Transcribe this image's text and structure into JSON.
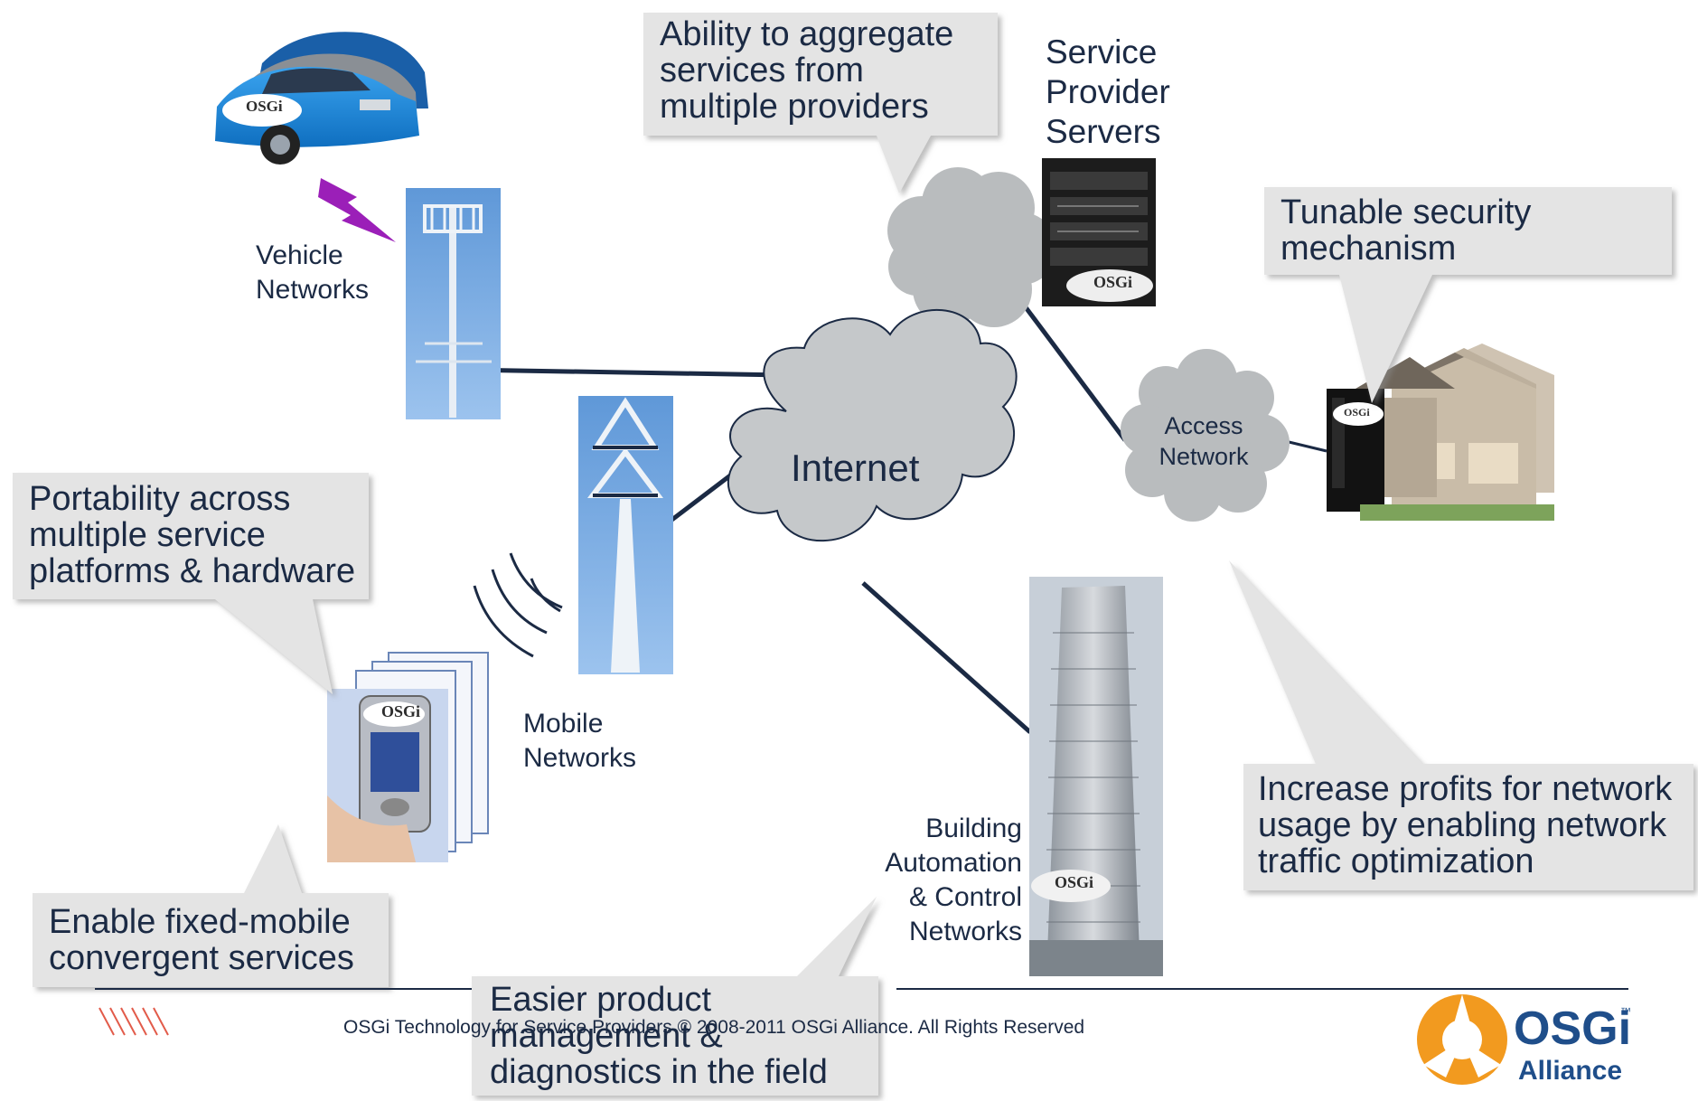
{
  "callouts": {
    "aggregate": [
      "Ability to aggregate",
      "services from",
      "multiple providers"
    ],
    "security": [
      "Tunable security",
      "mechanism"
    ],
    "portability": [
      "Portability across",
      "multiple service",
      "platforms & hardware"
    ],
    "convergent": [
      "Enable fixed-mobile",
      "convergent services"
    ],
    "profits": [
      "Increase profits for network",
      "usage by enabling network",
      "traffic optimization"
    ],
    "management": [
      "Easier product",
      "management &",
      "diagnostics in the field"
    ]
  },
  "labels": {
    "service_provider": [
      "Service",
      "Provider",
      "Servers"
    ],
    "vehicle": [
      "Vehicle",
      "Networks"
    ],
    "mobile": [
      "Mobile",
      "Networks"
    ],
    "building": [
      "Building",
      "Automation",
      "& Control",
      "Networks"
    ],
    "internet": "Internet",
    "access": [
      "Access",
      "Network"
    ],
    "osgi_badge": "OSGi",
    "osgi_badge_sub": "Alliance"
  },
  "footer": {
    "copyright": "OSGi Technology for Service Providers © 2008-2011 OSGi Alliance. All Rights Reserved",
    "logo_main": "OSGi",
    "logo_sub": "Alliance",
    "logo_tm": "™"
  },
  "colors": {
    "line": "#1b2a44",
    "cloud": "#b9bcbe",
    "callout": "#e4e4e4",
    "car": "#1e88d6",
    "tower_sky": "#6ea3dd",
    "logo_orange": "#f29a1f",
    "logo_blue": "#1f4e8a",
    "bolt": "#9b1fb8",
    "stripes": "#e25b4a"
  }
}
